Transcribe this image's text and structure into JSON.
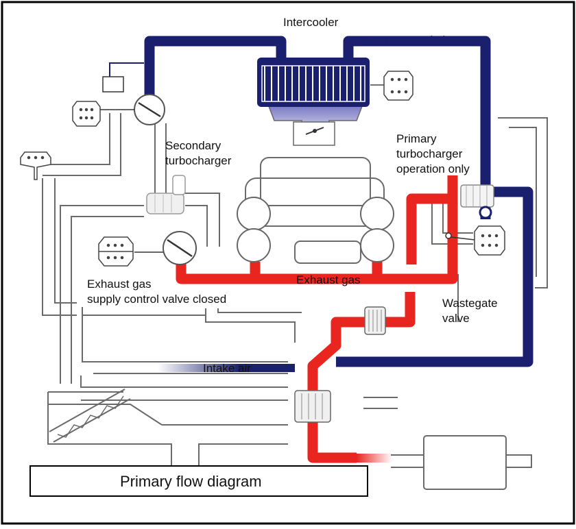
{
  "diagram": {
    "caption": "Primary flow diagram",
    "labels": {
      "intercooler": "Intercooler",
      "compressed_air": "Compressed air",
      "secondary_turbo_1": "Secondary",
      "secondary_turbo_2": "turbocharger",
      "primary_turbo_1": "Primary",
      "primary_turbo_2": "turbocharger",
      "primary_turbo_3": "operation only",
      "exhaust_gas": "Exhaust gas",
      "exhaust_valve_1": "Exhaust gas",
      "exhaust_valve_2": "supply control valve closed",
      "wastegate_1": "Wastegate",
      "wastegate_2": "valve",
      "intake_air": "Intake air"
    },
    "colors": {
      "compressed_air": "#1a1f6e",
      "exhaust_gas": "#e8261f",
      "intake_air": "#1a1f6e",
      "outline": "#5a5a5a",
      "frame": "#000000"
    }
  }
}
